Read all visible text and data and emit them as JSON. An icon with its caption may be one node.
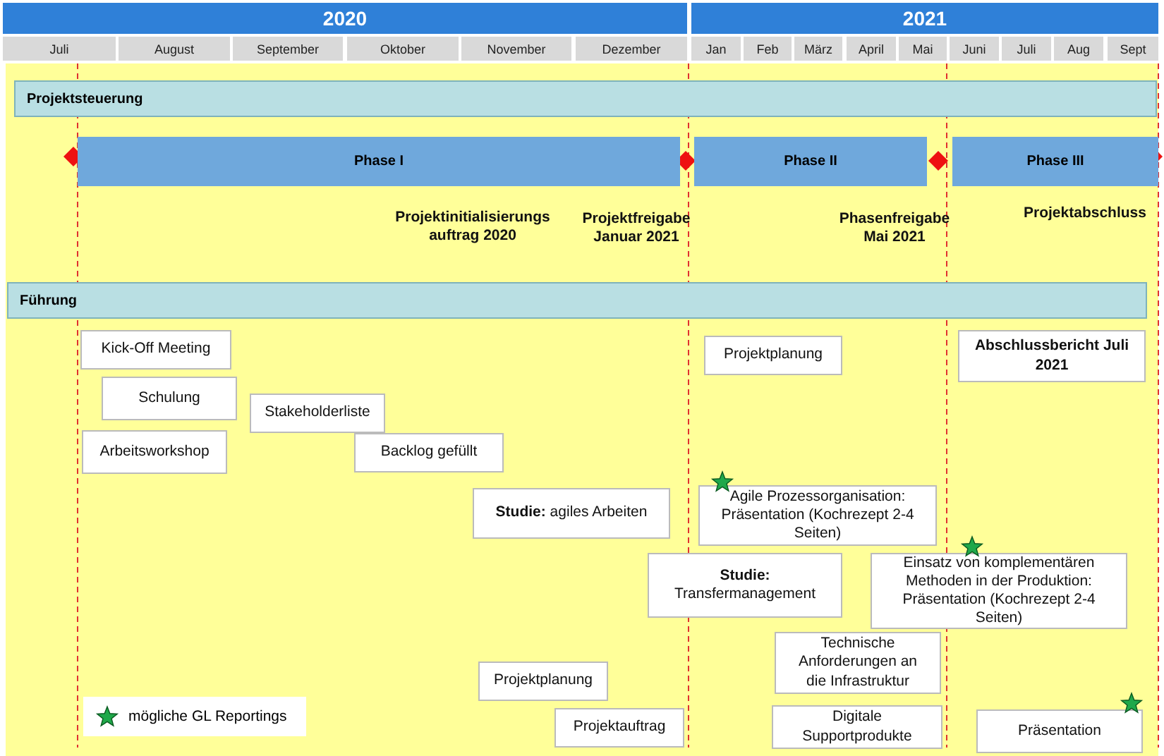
{
  "diagram": {
    "nodes": [
      {
        "text": [
          "Projektsteuerung"
        ]
      },
      {
        "text": [
          "Phase I"
        ]
      },
      {
        "text": [
          "Phase II"
        ]
      },
      {
        "text": [
          "Phase III"
        ]
      },
      {
        "text": [
          "Führung"
        ]
      },
      {
        "text": [
          "Kick-Off Meeting"
        ]
      },
      {
        "text": [
          "Projektplanung"
        ]
      },
      {
        "text": [
          "Abschlussbericht Juli 2021"
        ]
      },
      {
        "text": [
          "Schulung"
        ]
      },
      {
        "text": [
          "Stakeholderliste"
        ]
      },
      {
        "text": [
          "Arbeitsworkshop"
        ]
      },
      {
        "text": [
          "Backlog gefüllt"
        ]
      },
      {
        "text": [
          "**Studie:** agiles Arbeiten"
        ]
      },
      {
        "text": [
          "Agile Prozessorganisation: Präsentation (Kochrezept 2-4 Seiten)"
        ]
      },
      {
        "text": [
          "**Studie:** Transfermanagement"
        ]
      },
      {
        "text": [
          "Einsatz von komplementären Methoden in der Produktion: Präsentation (Kochrezept 2-4 Seiten)"
        ]
      },
      {
        "text": [
          "Technische Anforderungen an die Infrastruktur"
        ]
      },
      {
        "text": [
          "Projektplanung"
        ]
      },
      {
        "text": [
          "Projektauftrag"
        ]
      },
      {
        "text": [
          "Digitale Supportprodukte"
        ]
      },
      {
        "text": [
          "Präsentation"
        ]
      }
    ],
    "labels": [
      "2020",
      "2021",
      "Juli",
      "August",
      "September",
      "Oktober",
      "November",
      "Dezember",
      "Jan",
      "Feb",
      "März",
      "April",
      "Mai",
      "Juni",
      "Juli",
      "Aug",
      "Sept",
      "Projektinitialisierungsauftrag 2020",
      "Projektfreigabe Januar 2021",
      "Phasenfreigabe Mai 2021",
      "Projektabschluss"
    ],
    "legend": [
      {
        "text": "mögliche GL Reportings"
      }
    ]
  }
}
